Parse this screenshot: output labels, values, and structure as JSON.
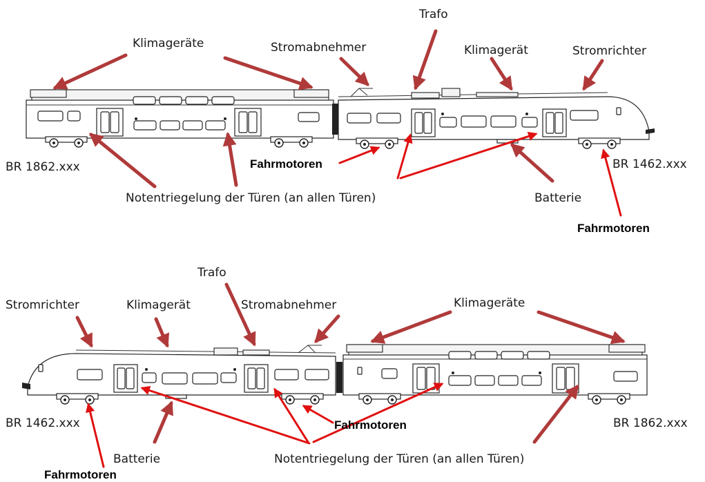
{
  "colors": {
    "muted_arrow": "#b03a3a",
    "bright_arrow": "#e01010",
    "text": "#1a1a1a"
  },
  "top_train": {
    "labels": {
      "klimageraete": "Klimageräte",
      "stromabnehmer": "Stromabnehmer",
      "trafo": "Trafo",
      "klimageraet": "Klimagerät",
      "stromrichter": "Stromrichter",
      "br_1862": "BR 1862.xxx",
      "fahrmotoren_mid": "Fahrmotoren",
      "br_1462": "BR 1462.xxx",
      "notentriegelung": "Notentriegelung der Türen (an allen Türen)",
      "batterie": "Batterie",
      "fahrmotoren_right": "Fahrmotoren"
    }
  },
  "bottom_train": {
    "labels": {
      "trafo": "Trafo",
      "stromrichter": "Stromrichter",
      "klimageraet": "Klimagerät",
      "stromabnehmer": "Stromabnehmer",
      "klimageraete": "Klimageräte",
      "br_1462": "BR 1462.xxx",
      "fahrmotoren_mid": "Fahrmotoren",
      "br_1862": "BR 1862.xxx",
      "batterie": "Batterie",
      "notentriegelung": "Notentriegelung der Türen (an allen Türen)",
      "fahrmotoren_bottom": "Fahrmotoren"
    }
  }
}
